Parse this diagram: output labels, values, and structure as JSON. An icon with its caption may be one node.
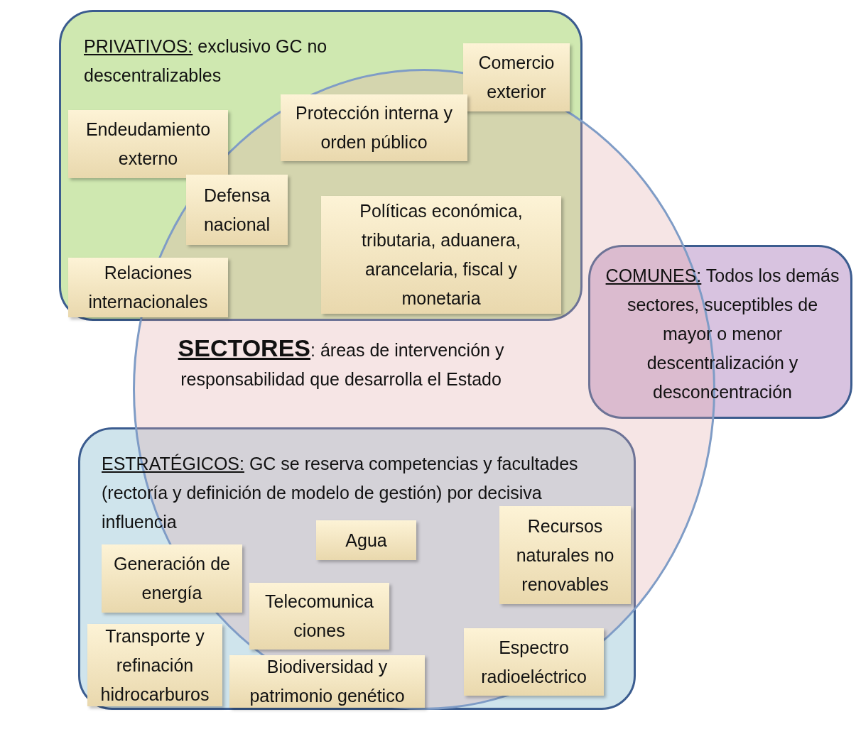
{
  "diagram": {
    "nodes": [
      {
        "text": [
          "PRIVATIVOS:",
          "exclusivo GC no descentralizables"
        ]
      },
      {
        "text": [
          "Comercio exterior"
        ],
        "in": 0
      },
      {
        "text": [
          "Protección interna y orden público"
        ]
      },
      {
        "text": [
          "Endeudamiento externo"
        ],
        "in": 0
      },
      {
        "text": [
          "Defensa nacional"
        ]
      },
      {
        "text": [
          "Políticas económica, tributaria, aduanera, arancelaria, fiscal y monetaria"
        ]
      },
      {
        "text": [
          "Relaciones internacionales"
        ],
        "in": 0
      },
      {
        "text": [
          "**SECTORES**: áreas de intervención y responsabilidad que desarrolla el Estado"
        ]
      },
      {
        "text": [
          "COMUNES:",
          "Todos los demás sectores, suceptibles de mayor o menor descentralización y desconcentración"
        ]
      },
      {
        "text": [
          "ESTRATÉGICOS:",
          "GC se reserva competencias y facultades (rectoría y definición de modelo de gestión) por decisiva influencia"
        ]
      },
      {
        "text": [
          "Recursos naturales no renovables"
        ],
        "in": 9
      },
      {
        "text": [
          "Agua"
        ],
        "in": 9
      },
      {
        "text": [
          "Generación de energía"
        ],
        "in": 9
      },
      {
        "text": [
          "Telecomunica ciones"
        ],
        "in": 9
      },
      {
        "text": [
          "Espectro radioeléctrico"
        ],
        "in": 9
      },
      {
        "text": [
          "Transporte y refinación hidrocarburos"
        ],
        "in": 9
      },
      {
        "text": [
          "Biodiversidad y patrimonio genético"
        ],
        "in": 9
      }
    ]
  }
}
